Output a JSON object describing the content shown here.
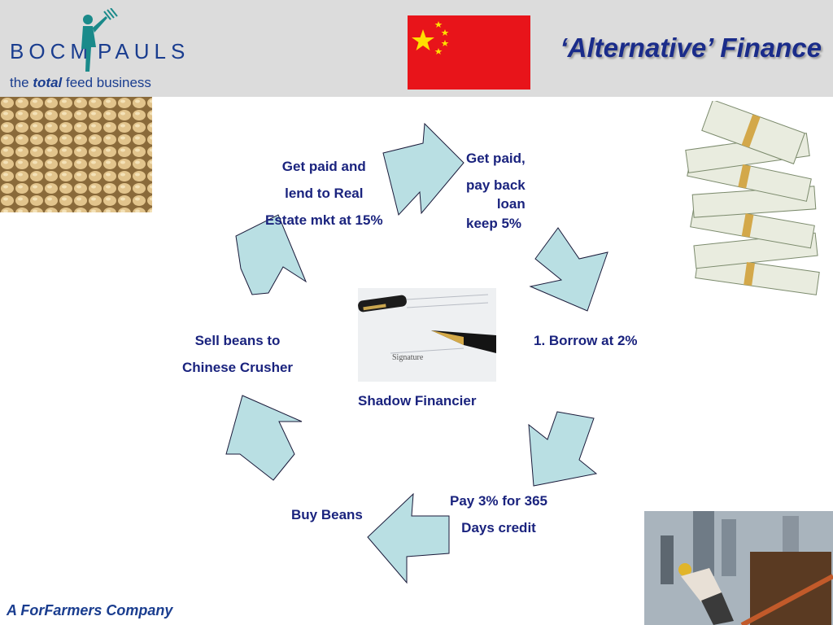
{
  "header": {
    "logo_left": "BOCM",
    "logo_right": "PAULS",
    "tagline_pre": "the",
    "tagline_bold": "total",
    "tagline_post": "feed business",
    "title": "‘Alternative’ Finance",
    "background": "#dcdcdc",
    "title_color": "#1a2c8a"
  },
  "diagram": {
    "center": "Shadow Financier",
    "steps": {
      "get_paid_pay_back": [
        "Get paid,",
        "pay back",
        "loan",
        "keep 5%"
      ],
      "borrow": [
        "1. Borrow at 2%"
      ],
      "pay_credit": [
        "Pay 3% for 365",
        "Days credit"
      ],
      "buy_beans": [
        "Buy Beans"
      ],
      "sell_beans": [
        "Sell beans to",
        "Chinese Crusher"
      ],
      "lend_real_estate": [
        "Get paid and",
        "lend to Real",
        "Estate mkt at 15%"
      ]
    },
    "arrow_fill": "#b9dfe3",
    "text_color": "#1a237e"
  },
  "images": {
    "flag": "china-flag",
    "top_left": "soybeans-photo",
    "top_right": "money-stack-photo",
    "center": "pen-signature-photo",
    "bottom_right": "construction-worker-photo"
  },
  "footer": {
    "company": "A ForFarmers Company"
  }
}
